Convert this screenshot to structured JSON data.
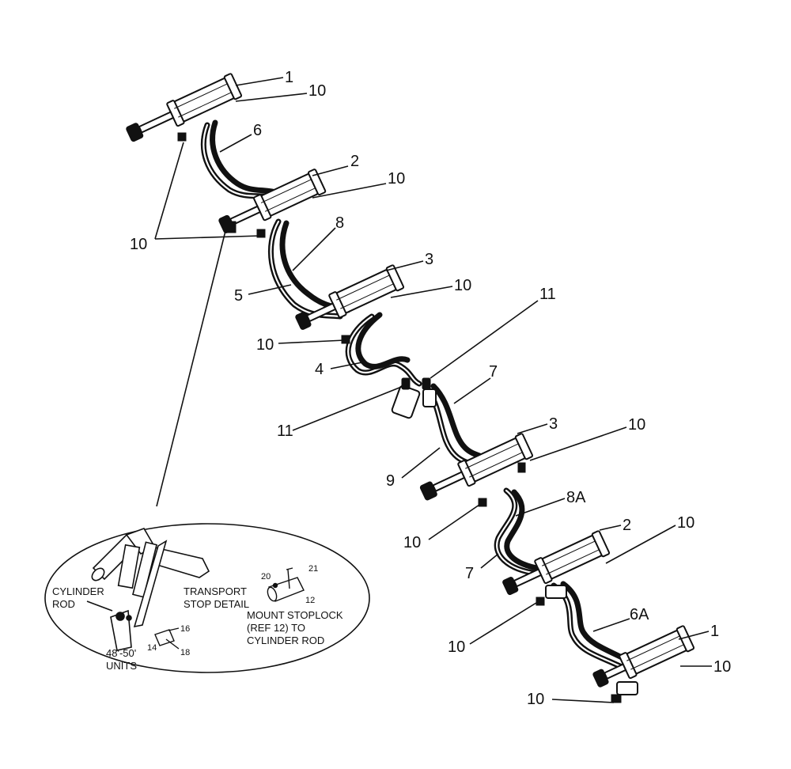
{
  "callouts": {
    "c1_top": "1",
    "c10_a": "10",
    "c6": "6",
    "c2_top": "2",
    "c10_b": "10",
    "c10_left": "10",
    "c8": "8",
    "c3_top": "3",
    "c10_c": "10",
    "c5": "5",
    "c11_top": "11",
    "c10_d": "10",
    "c4": "4",
    "c7_top": "7",
    "c11_bot": "11",
    "c3_low": "3",
    "c10_e": "10",
    "c9": "9",
    "c8a": "8A",
    "c10_f": "10",
    "c2_low": "2",
    "c10_g": "10",
    "c7_low": "7",
    "c6a": "6A",
    "c10_h": "10",
    "c1_low": "1",
    "c10_i": "10",
    "c10_j": "10"
  },
  "detail": {
    "cylinder_rod_1": "CYLINDER",
    "cylinder_rod_2": "ROD",
    "transport_1": "TRANSPORT",
    "transport_2": "STOP DETAIL",
    "mount_1": "MOUNT STOPLOCK",
    "mount_2": "(REF 12)  TO",
    "mount_3": "CYLINDER ROD",
    "units_1": "48'-50'",
    "units_2": "UNITS",
    "n20": "20",
    "n21": "21",
    "n12": "12",
    "n16": "16",
    "n14": "14",
    "n18": "18"
  }
}
